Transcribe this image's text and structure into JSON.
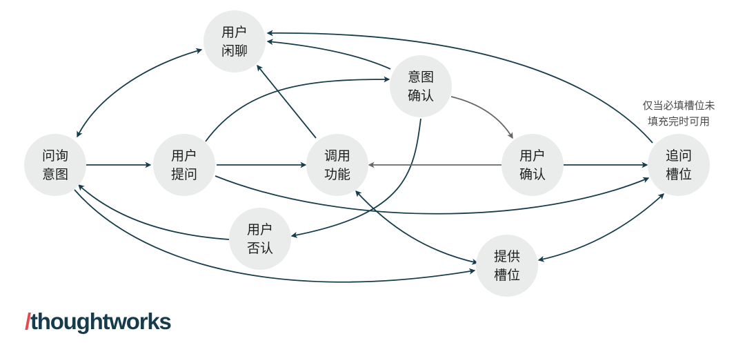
{
  "colors": {
    "node_fill": "#e9eceb",
    "edge": "#163d4a",
    "edge_muted": "#666666",
    "logo_slash": "#e5484d",
    "logo_text": "#163b4b"
  },
  "nodes": {
    "user_chat": {
      "lines": [
        "用户",
        "闲聊"
      ]
    },
    "intent_confirm": {
      "lines": [
        "意图",
        "确认"
      ]
    },
    "ask_intent": {
      "lines": [
        "问询",
        "意图"
      ]
    },
    "user_question": {
      "lines": [
        "用户",
        "提问"
      ]
    },
    "call_function": {
      "lines": [
        "调用",
        "功能"
      ]
    },
    "user_confirm": {
      "lines": [
        "用户",
        "确认"
      ]
    },
    "follow_up_slot": {
      "lines": [
        "追问",
        "槽位"
      ]
    },
    "user_deny": {
      "lines": [
        "用户",
        "否认"
      ]
    },
    "provide_slot": {
      "lines": [
        "提供",
        "槽位"
      ]
    }
  },
  "note": {
    "lines": [
      "仅当必填槽位未",
      "填充完时可用"
    ]
  },
  "logo": {
    "slash": "/",
    "text": "thoughtworks"
  }
}
